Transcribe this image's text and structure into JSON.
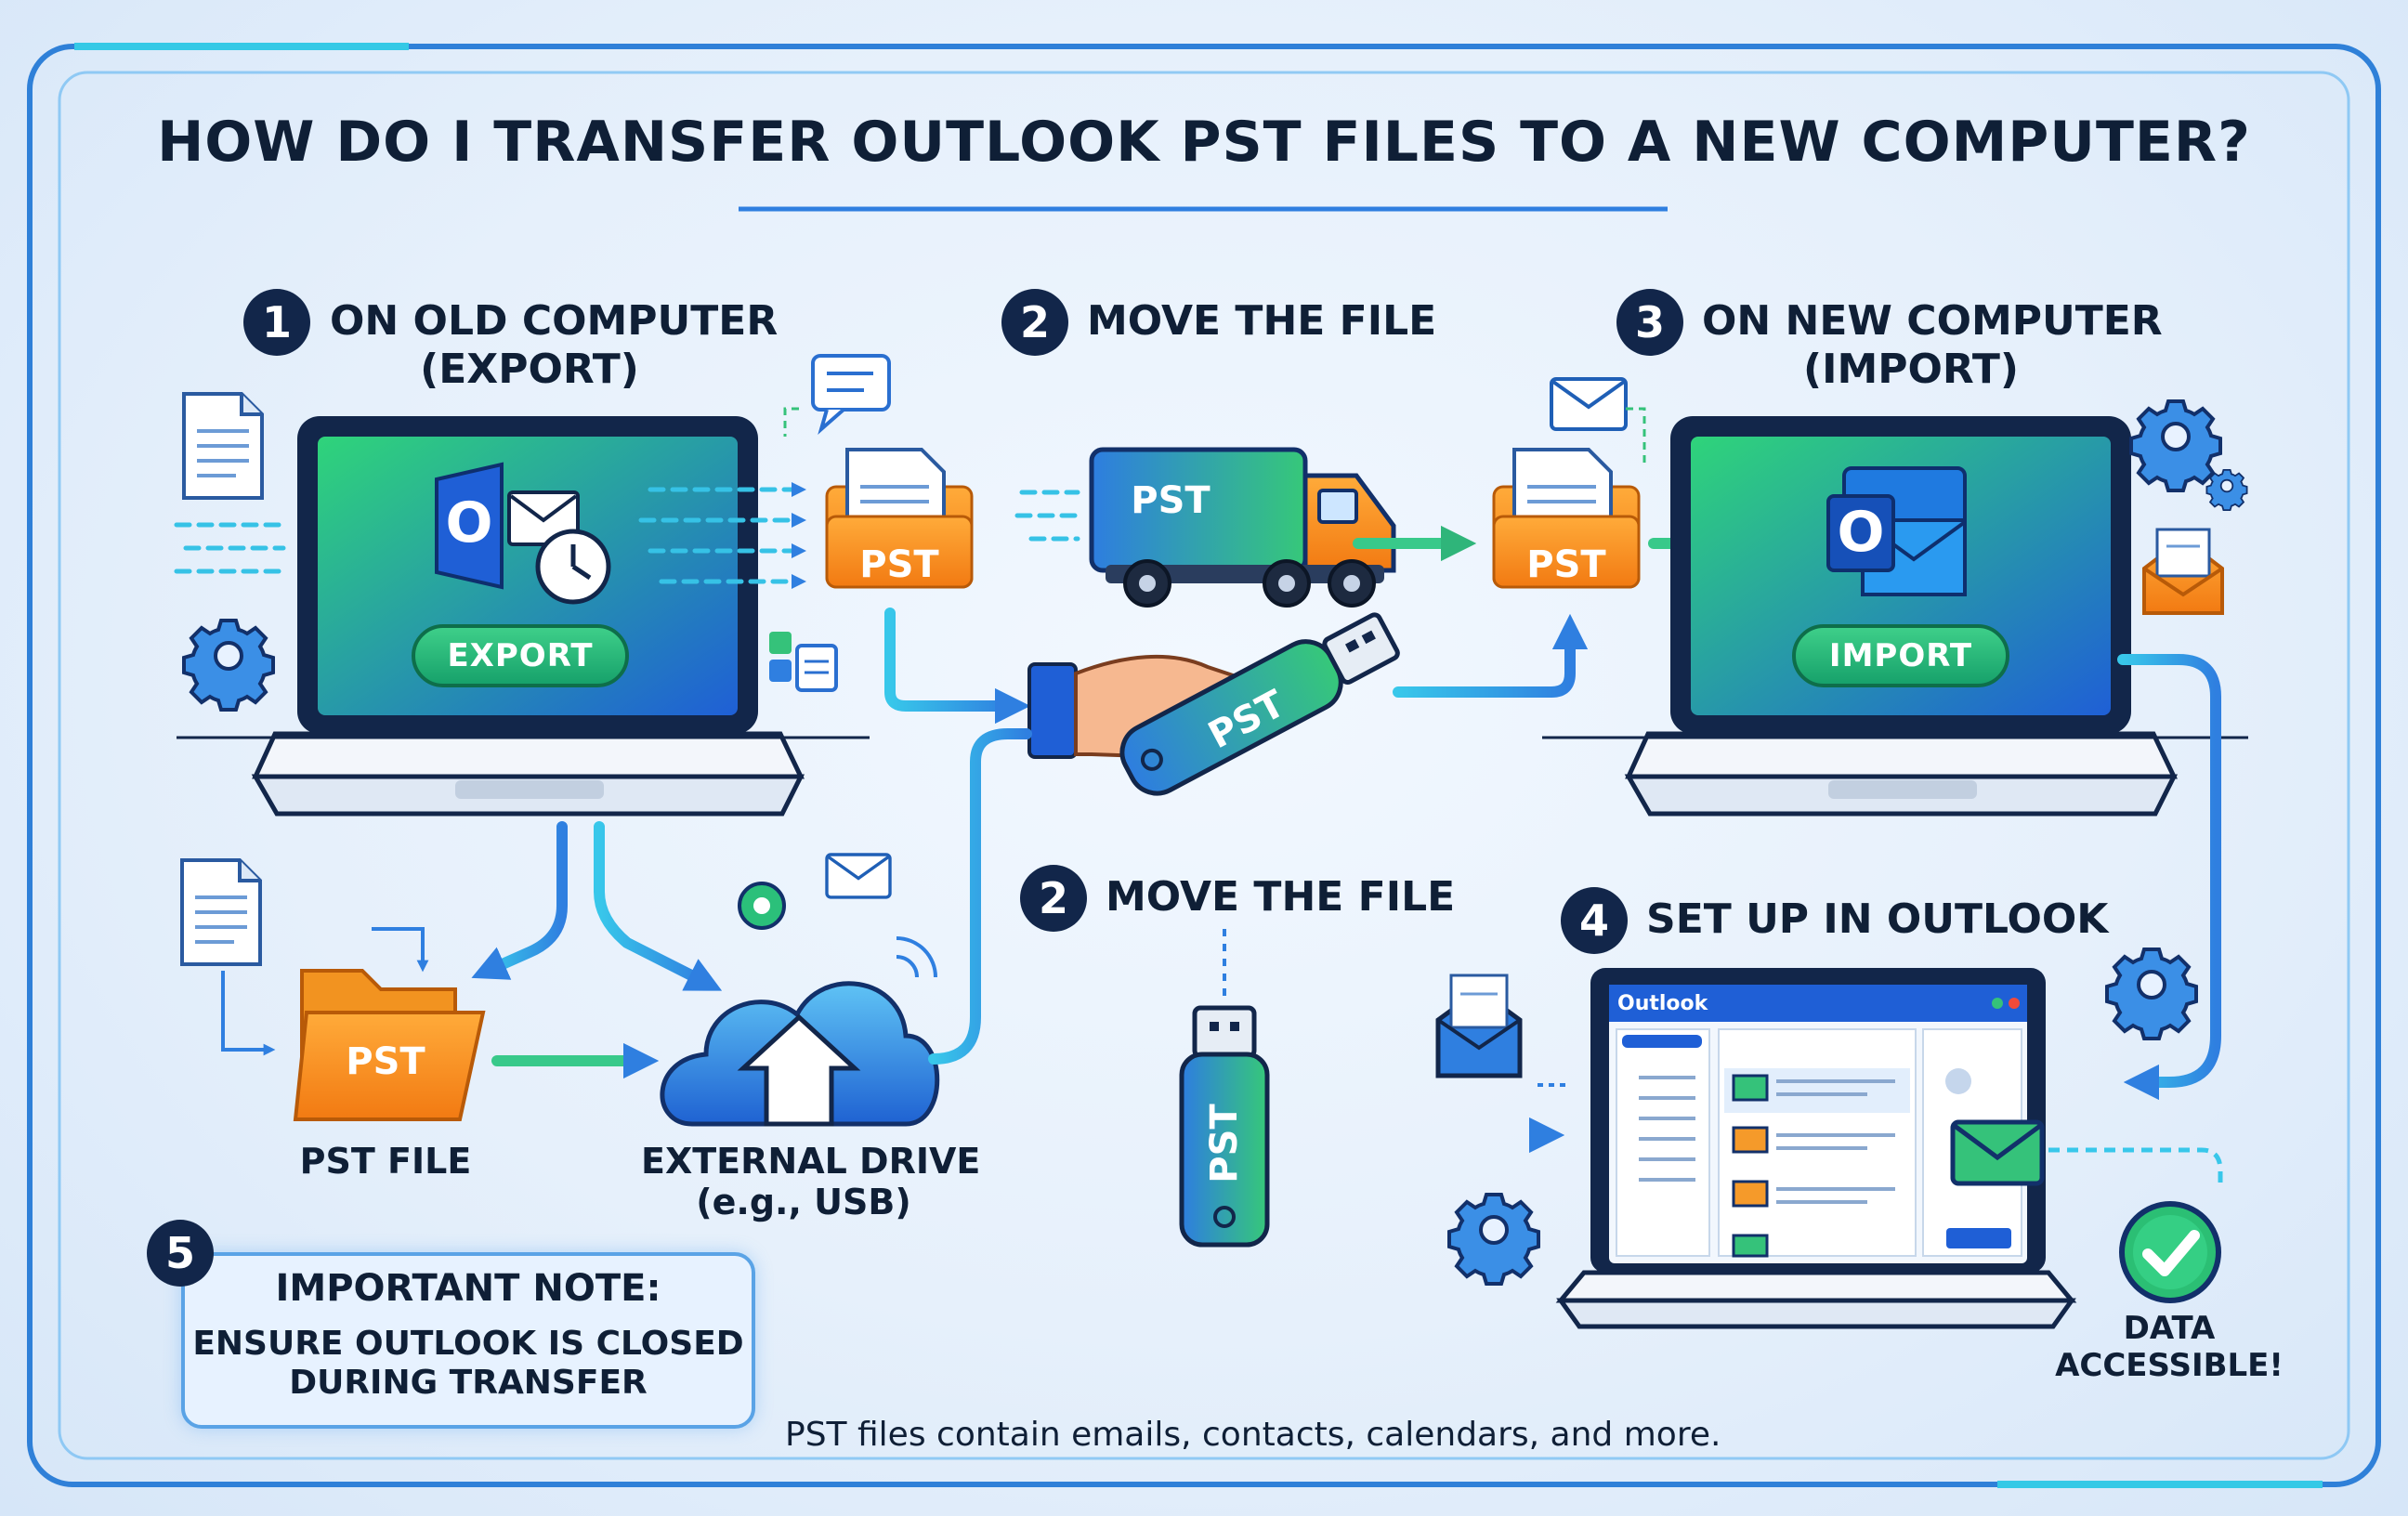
{
  "title": "HOW DO I TRANSFER OUTLOOK PST FILES TO A NEW COMPUTER?",
  "colors": {
    "navy": "#12264a",
    "blue": "#2f7fe0",
    "green": "#35c27a",
    "orange": "#f48a1c",
    "frame": "#2f80d8"
  },
  "steps": {
    "export": {
      "number": "1",
      "line1": "ON OLD COMPUTER",
      "line2": "(EXPORT)",
      "button": "EXPORT"
    },
    "move": {
      "number": "2",
      "title": "MOVE THE FILE"
    },
    "import": {
      "number": "3",
      "line1": "ON NEW COMPUTER",
      "line2": "(IMPORT)",
      "button": "IMPORT"
    },
    "move_alt": {
      "number": "2",
      "title": "MOVE THE FILE"
    },
    "setup": {
      "number": "4",
      "title": "SET UP IN OUTLOOK"
    }
  },
  "labels": {
    "pst": "PST",
    "outlook_letter": "O",
    "pst_file": "PST FILE",
    "external_drive_line1": "EXTERNAL DRIVE",
    "external_drive_line2": "(e.g., USB)",
    "outlook_window": "Outlook",
    "data_line1": "DATA",
    "data_line2": "ACCESSIBLE!"
  },
  "note": {
    "number": "5",
    "heading": "IMPORTANT NOTE:",
    "line1": "ENSURE OUTLOOK IS CLOSED",
    "line2": "DURING TRANSFER"
  },
  "footnote": "PST files contain emails, contacts, calendars, and more.",
  "icons": [
    "document-icon",
    "chat-icon",
    "gear-icon",
    "envelope-icon",
    "truck-icon",
    "usb-drive-icon",
    "hand-icon",
    "cloud-upload-icon",
    "folder-icon",
    "checkmark-icon",
    "laptop-icon",
    "outlook-logo-icon",
    "clock-icon",
    "lightbulb-icon",
    "wifi-icon"
  ]
}
